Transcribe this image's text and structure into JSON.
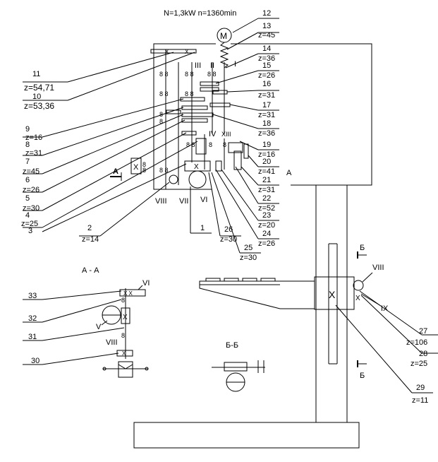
{
  "header": "N=1,3kW  n=1360min",
  "leaders": [
    {
      "num": "1",
      "z": ""
    },
    {
      "num": "2",
      "z": "z=14"
    },
    {
      "num": "3",
      "z": ""
    },
    {
      "num": "4",
      "z": "z=25"
    },
    {
      "num": "5",
      "z": "z=30"
    },
    {
      "num": "6",
      "z": "z=26"
    },
    {
      "num": "7",
      "z": "z=45"
    },
    {
      "num": "8",
      "z": "z=31"
    },
    {
      "num": "9",
      "z": "z=16"
    },
    {
      "num": "10",
      "z": "z=53,36"
    },
    {
      "num": "11",
      "z": "z=54,71"
    },
    {
      "num": "12",
      "z": ""
    },
    {
      "num": "13",
      "z": "z=45"
    },
    {
      "num": "14",
      "z": "z=36"
    },
    {
      "num": "15",
      "z": "z=26"
    },
    {
      "num": "16",
      "z": "z=31"
    },
    {
      "num": "17",
      "z": "z=31"
    },
    {
      "num": "18",
      "z": "z=36"
    },
    {
      "num": "19",
      "z": "z=16"
    },
    {
      "num": "20",
      "z": "z=41"
    },
    {
      "num": "21",
      "z": "z=31"
    },
    {
      "num": "22",
      "z": "z=52"
    },
    {
      "num": "23",
      "z": "z=20"
    },
    {
      "num": "24",
      "z": "z=26"
    },
    {
      "num": "25",
      "z": "z=30"
    },
    {
      "num": "26",
      "z": "z=30"
    },
    {
      "num": "27",
      "z": "z=106"
    },
    {
      "num": "28",
      "z": "z=25"
    },
    {
      "num": "29",
      "z": "z=11"
    },
    {
      "num": "30",
      "z": ""
    },
    {
      "num": "31",
      "z": ""
    },
    {
      "num": "32",
      "z": ""
    },
    {
      "num": "33",
      "z": ""
    }
  ],
  "shafts": {
    "I": "I",
    "II": "II",
    "III": "III",
    "IV": "IV",
    "V": "V",
    "VI": "VI",
    "VII": "VII",
    "VIII": "VIII",
    "IX": "IX",
    "XIII": "XIII"
  },
  "section_marks": {
    "A": "A",
    "A_arrow": "A",
    "B_top": "Б",
    "B_bottom": "Б",
    "AA": "А - А",
    "BB": "Б-Б",
    "VI_aa": "VI",
    "V_aa": "V",
    "VIII_aa": "VIII",
    "VIII_col": "VIII",
    "IX_col": "IX"
  },
  "motor_symbol": "M",
  "colors": {
    "line": "#000000",
    "background": "#ffffff"
  }
}
